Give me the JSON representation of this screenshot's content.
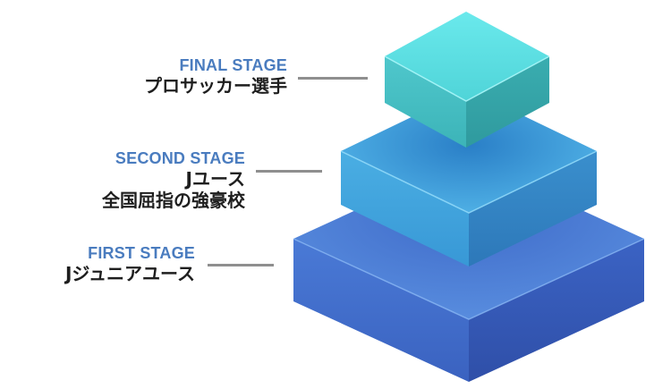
{
  "stages": {
    "final": {
      "name": "FINAL STAGE",
      "lines": [
        "プロサッカー選手"
      ]
    },
    "second": {
      "name": "SECOND STAGE",
      "lines": [
        "Jユース",
        "全国屈指の強豪校"
      ]
    },
    "first": {
      "name": "FIRST STAGE",
      "lines": [
        "Jジュニアユース"
      ]
    }
  },
  "colors": {
    "stage_label": "#4a7cbf",
    "connector": "#8f8f8f",
    "tier_top": "#63e3e6",
    "tier_middle": "#3fa7dc",
    "tier_bottom": "#4d7fd4"
  }
}
